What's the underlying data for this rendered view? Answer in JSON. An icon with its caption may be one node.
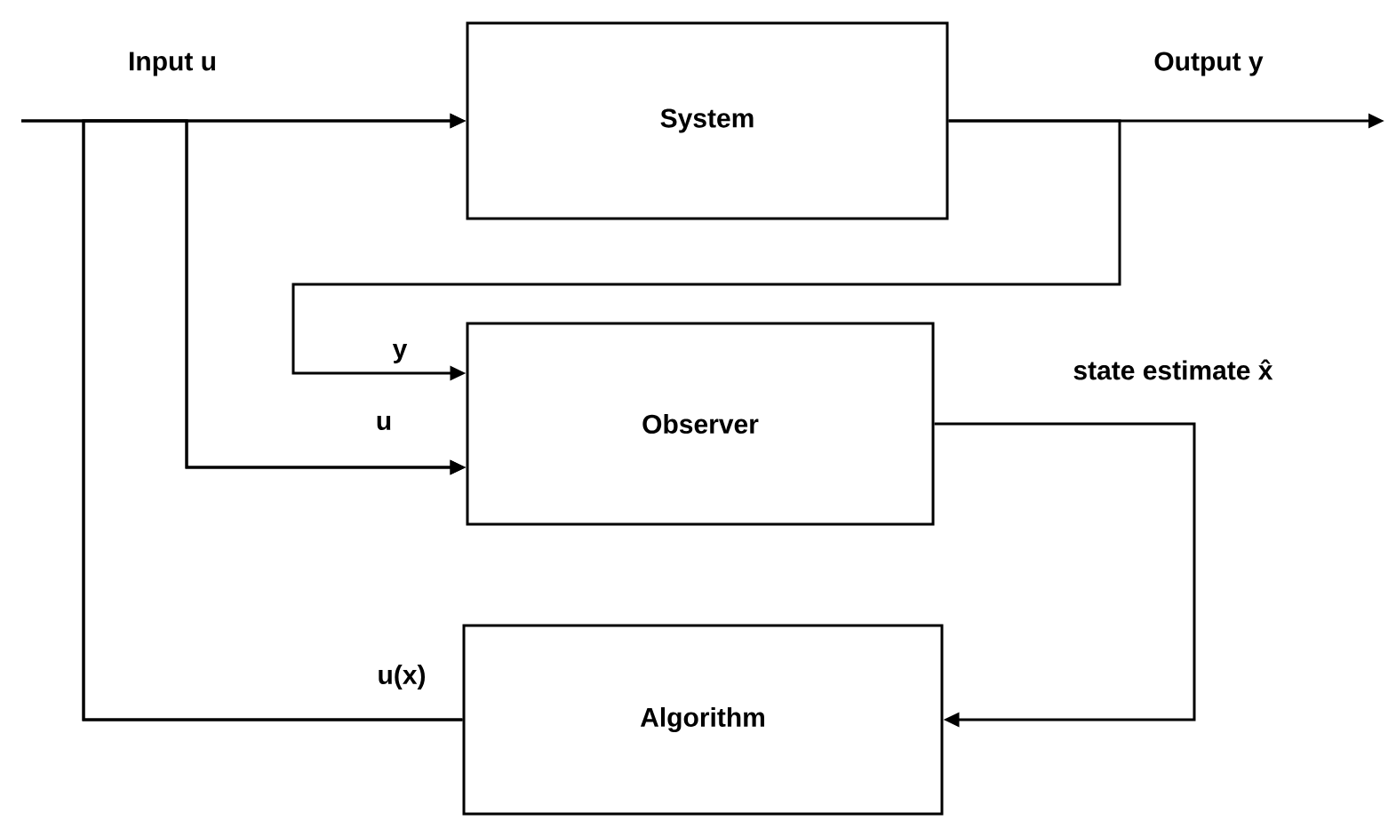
{
  "diagram": {
    "nodes": [
      {
        "text": [
          "System"
        ]
      },
      {
        "text": [
          "Observer"
        ]
      },
      {
        "text": [
          "Algorithm"
        ]
      }
    ],
    "edges": [
      {
        "from": null,
        "to": 0,
        "arrow": "to",
        "label": "Input u"
      },
      {
        "from": null,
        "to": 1,
        "arrow": "to",
        "label": "u"
      },
      {
        "from": 0,
        "to": null,
        "arrow": "to",
        "label": "Output y"
      },
      {
        "from": 0,
        "to": 1,
        "arrow": "to",
        "label": "y"
      },
      {
        "from": 1,
        "to": 2,
        "arrow": "to",
        "label": "state estimate x̂"
      },
      {
        "from": 2,
        "to": 0,
        "arrow": "to",
        "label": "u(x)"
      },
      {
        "from": 2,
        "to": 1,
        "arrow": "to"
      }
    ]
  }
}
